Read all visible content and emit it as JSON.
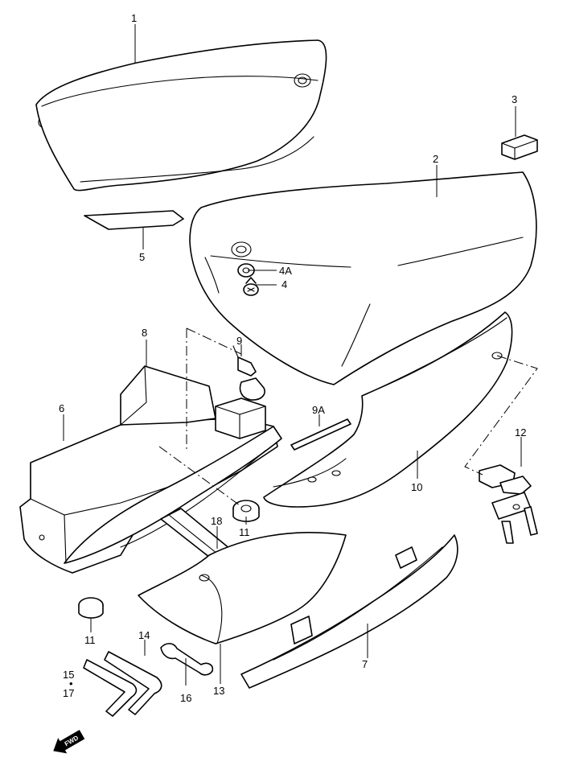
{
  "callouts": {
    "c1": "1",
    "c2": "2",
    "c3": "3",
    "c4a": "4A",
    "c4": "4",
    "c5": "5",
    "c6": "6",
    "c7": "7",
    "c8": "8",
    "c9": "9",
    "c9a": "9A",
    "c10": "10",
    "c11a": "11",
    "c11b": "11",
    "c12": "12",
    "c13": "13",
    "c14": "14",
    "c15": "15",
    "c16": "16",
    "c17": "17",
    "c18": "18"
  },
  "fwd_label": "FWD",
  "icons": {
    "fwd_arrow": "fwd-arrow-icon"
  },
  "colors": {
    "ink": "#000000",
    "paper": "#ffffff"
  }
}
